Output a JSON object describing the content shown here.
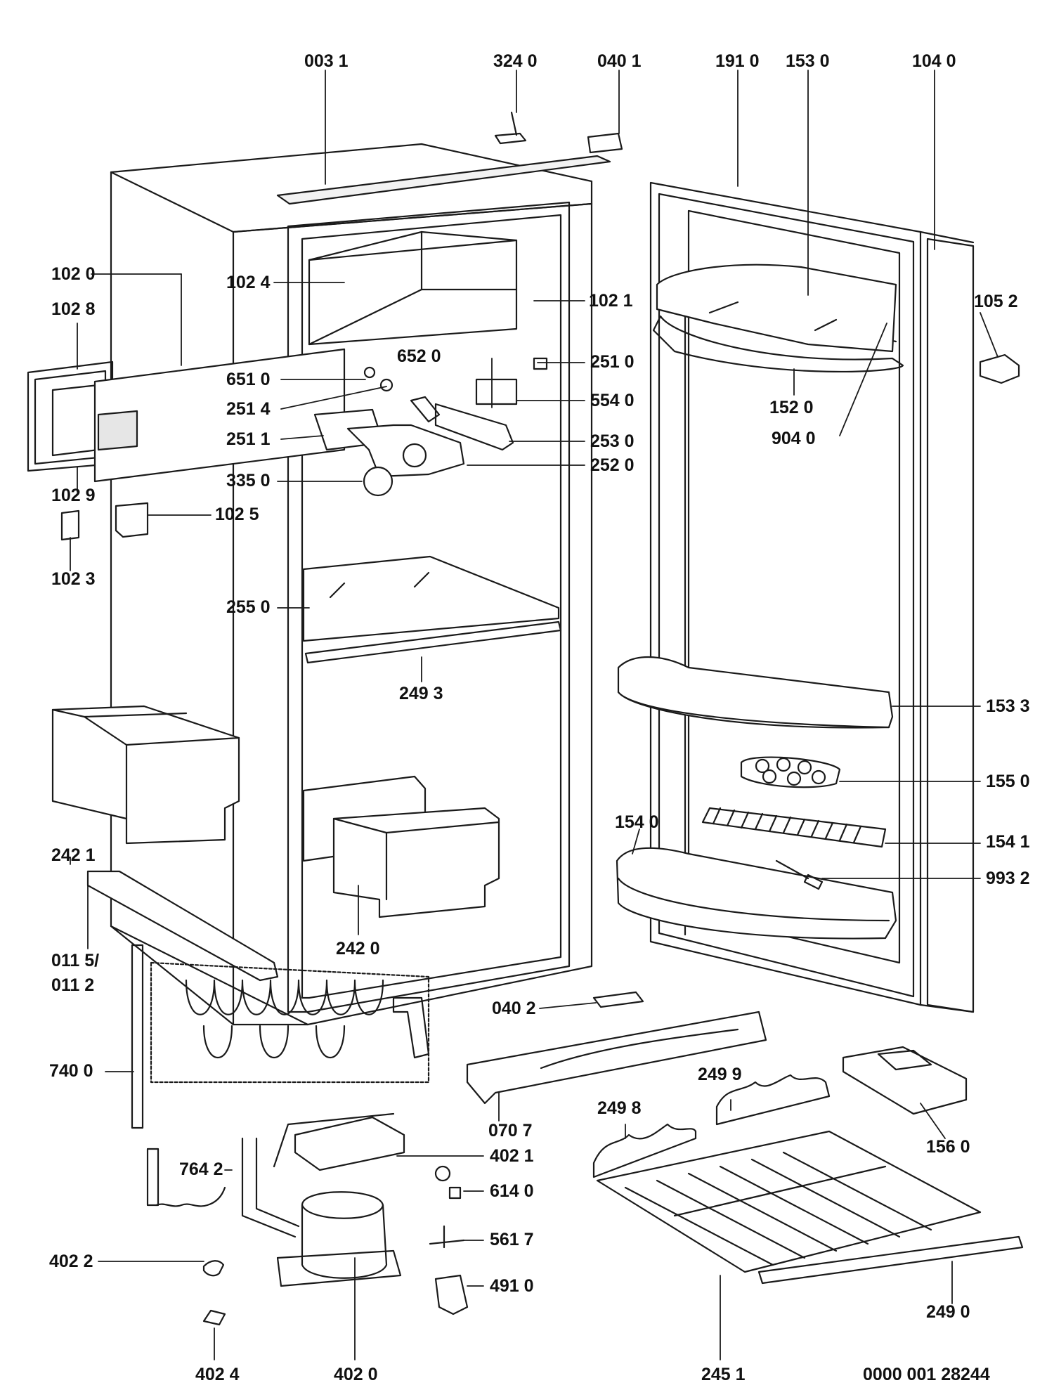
{
  "labels": {
    "p0031": "003 1",
    "p3240": "324 0",
    "p0401": "040 1",
    "p1910": "191 0",
    "p1530": "153 0",
    "p1040": "104 0",
    "p1020": "102 0",
    "p1028": "102 8",
    "p1024": "102 4",
    "p1021": "102 1",
    "p1052": "105 2",
    "p6520": "652 0",
    "p6510": "651 0",
    "p2510": "251 0",
    "p2514": "251 4",
    "p5540": "554 0",
    "p1520": "152 0",
    "p2511": "251 1",
    "p2530": "253 0",
    "p9040": "904 0",
    "p2520": "252 0",
    "p3350": "335 0",
    "p1029": "102 9",
    "p1025": "102 5",
    "p1023": "102 3",
    "p2550": "255 0",
    "p2493": "249 3",
    "p1533": "153 3",
    "p1550": "155 0",
    "p1540": "154 0",
    "p1541": "154 1",
    "p2421": "242 1",
    "p9932": "993 2",
    "p2420": "242 0",
    "p0115": "011 5/",
    "p0112": "011 2",
    "p0402": "040 2",
    "p7400": "740 0",
    "p0707": "070 7",
    "p2499": "249 9",
    "p2498": "249 8",
    "p1560": "156 0",
    "p7642": "764 2",
    "p4021": "402 1",
    "p6140": "614 0",
    "p5617": "561 7",
    "p4022": "402 2",
    "p4910": "491 0",
    "p2490": "249 0",
    "p4024": "402 4",
    "p4020": "402 0",
    "p2451": "245 1"
  },
  "document_id": "0000 001 28244"
}
